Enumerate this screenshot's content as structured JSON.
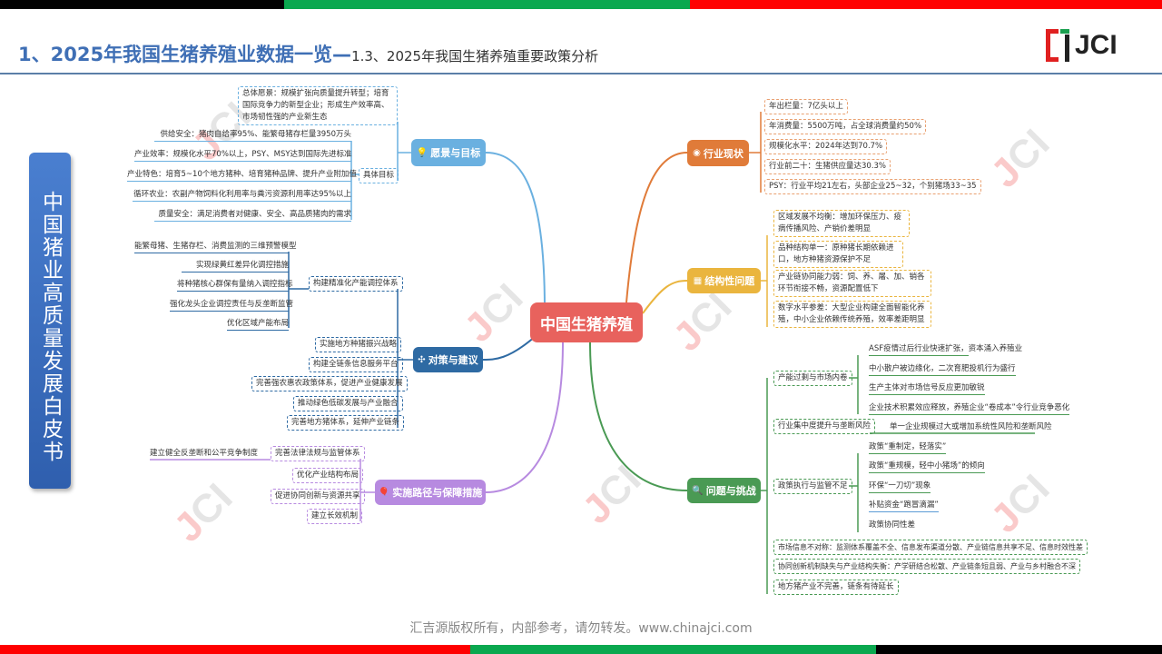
{
  "header": {
    "title_main": "1、2025年我国生猪养殖业数据一览—",
    "title_sub": "1.3、2025年我国生猪养殖重要政策分析",
    "logo_text": "JCI"
  },
  "colors": {
    "vision": "#6ab0e0",
    "countermeasures": "#2e6aa3",
    "implementation": "#b78ae0",
    "status": "#e07b39",
    "structural": "#eab53e",
    "challenges": "#4a9a54",
    "center": "#e8625d",
    "title": "#3f6fb5"
  },
  "side_title": "中国猪业高质量发展白皮书",
  "center": "中国生猪养殖",
  "vision": {
    "label": "愿景与目标",
    "icon": "lightbulb-icon",
    "overall": "总体愿景：规模扩张向质量提升转型；培育国际竞争力的新型企业；形成生产效率高、市场韧性强的产业新生态",
    "goals_label": "具体目标",
    "goals": [
      "供给安全：猪肉自给率95%、能繁母猪存栏量3950万头",
      "产业效率：规模化水平70%以上，PSY、MSY达到国际先进标准",
      "产业特色：培育5~10个地方猪种、培育猪种品牌、提升产业附加值",
      "循环农业：农副产物饲料化利用率与粪污资源利用率达95%以上",
      "质量安全：满足消费者对健康、安全、高品质猪肉的需求"
    ]
  },
  "countermeasures": {
    "label": "对策与建议",
    "icon": "tools-icon",
    "capacity_label": "构建精准化产能调控体系",
    "capacity_items": [
      "能繁母猪、生猪存栏、消费监测的三维预警模型",
      "实现绿黄红差异化调控措施",
      "将种猪核心群保有量纳入调控指标",
      "强化龙头企业调控责任与反垄断监管",
      "优化区域产能布局"
    ],
    "items": [
      "实施地方种猪振兴战略",
      "构建全链条信息服务平台",
      "完善强农惠农政策体系，促进产业健康发展",
      "推动绿色低碳发展与产业融合",
      "完善地方猪体系，延伸产业链条"
    ]
  },
  "implementation": {
    "label": "实施路径与保障措施",
    "icon": "balloon-icon",
    "law_label": "完善法律法规与监管体系",
    "law_item": "建立健全反垄断和公平竞争制度",
    "items": [
      "优化产业结构布局",
      "促进协同创新与资源共享",
      "建立长效机制"
    ]
  },
  "status": {
    "label": "行业现状",
    "icon": "target-icon",
    "items": [
      "年出栏量：7亿头以上",
      "年消费量：5500万吨，占全球消费量约50%",
      "规模化水平：2024年达到70.7%",
      "行业前二十：生猪供应量达30.3%",
      "PSY：行业平均21左右，头部企业25~32，个别猪场33~35"
    ]
  },
  "structural": {
    "label": "结构性问题",
    "icon": "grid-icon",
    "items": [
      "区域发展不均衡：增加环保压力、疫病传播风险、产销价差明显",
      "品种结构单一：原种猪长期依赖进口，地方种猪资源保护不足",
      "产业链协同能力弱：饲、养、屠、加、销各环节衔接不畅，资源配置低下",
      "数字水平参差：大型企业构建全面智能化养殖，中小企业依赖传统养殖，效率差距明显"
    ]
  },
  "challenges": {
    "label": "问题与挑战",
    "icon": "magnifier-icon",
    "overcapacity_label": "产能过剩与市场内卷",
    "overcapacity_items": [
      "ASF疫情过后行业快速扩张，资本涌入养殖业",
      "中小散户被边缘化，二次育肥投机行为盛行",
      "生产主体对市场信号反应更加敏锐",
      "企业技术积累效应释放，养殖企业“卷成本”令行业竞争恶化"
    ],
    "concentration_label": "行业集中度提升与垄断风险",
    "concentration_item": "单一企业规模过大或增加系统性风险和垄断风险",
    "policy_label": "政策执行与监管不足",
    "policy_items": [
      "政策“重制定，轻落实”",
      "政策“重规模，轻中小猪场”的倾向",
      "环保“一刀切”现象",
      "补贴资金“跑冒滴漏”",
      "政策协同性差"
    ],
    "items": [
      "市场信息不对称：监测体系覆盖不全、信息发布渠道分散、产业链信息共享不足、信息时效性差",
      "协同创新机制缺失与产业结构失衡：产学研结合松散、产业链条短且弱、产业与乡村融合不深",
      "地方猪产业不完善，链条有待延长"
    ]
  },
  "footer": "汇吉源版权所有，内部参考，请勿转发。www.chinajci.com"
}
